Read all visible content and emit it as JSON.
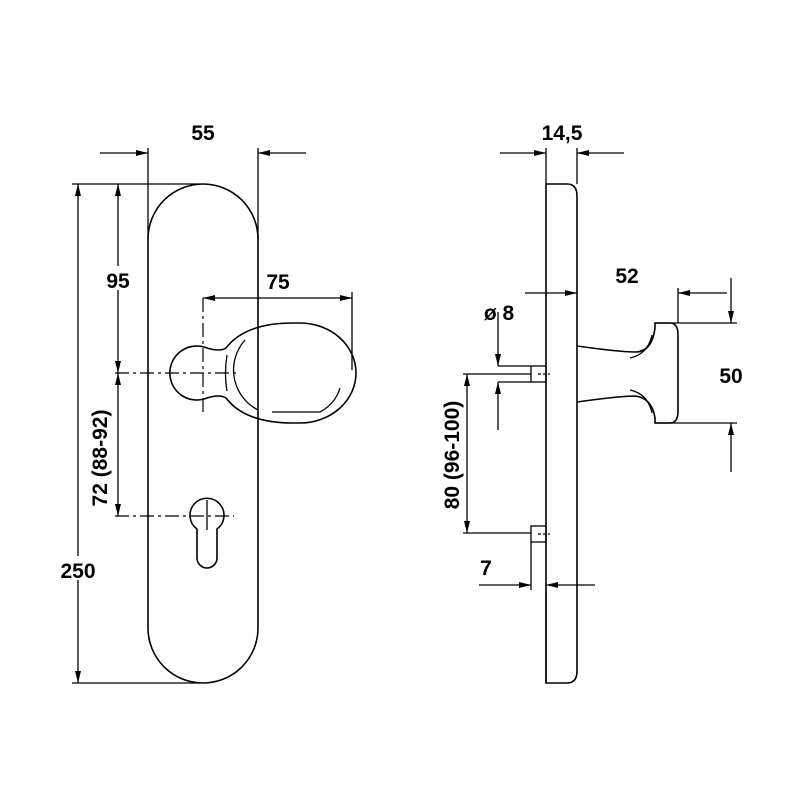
{
  "front_view": {
    "width_label": "55",
    "height_label": "250",
    "knob_height_label": "95",
    "spacing_label": "72 (88-92)",
    "knob_projection_label": "75"
  },
  "side_view": {
    "thickness_label": "14,5",
    "knob_depth_label": "52",
    "pin_diameter_label": "ø 8",
    "pin_spacing_label": "80 (96-100)",
    "knob_diameter_label": "50",
    "pin_length_label": "7"
  },
  "colors": {
    "line": "#000000",
    "background": "#ffffff"
  }
}
